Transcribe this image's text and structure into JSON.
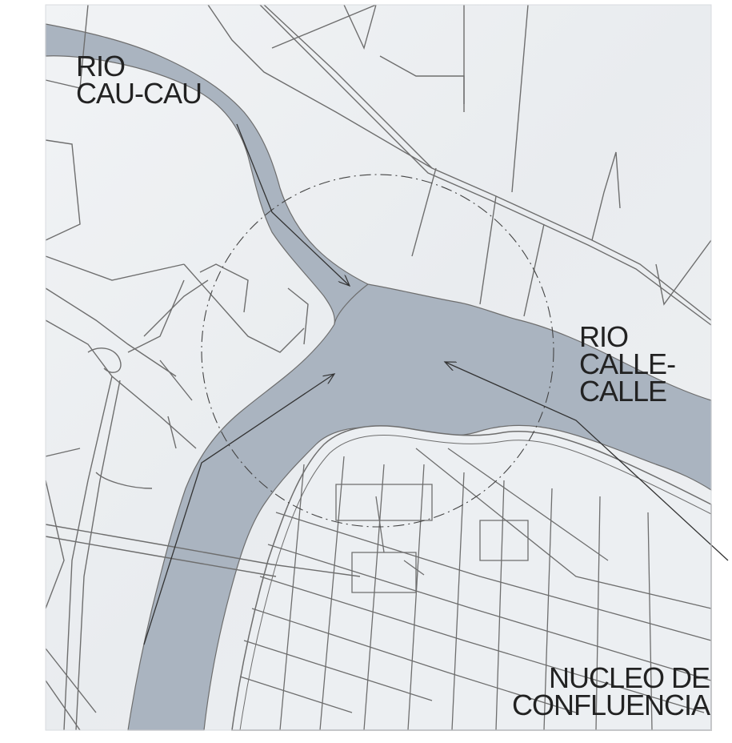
{
  "map": {
    "labels": {
      "rio_cau_cau": [
        "RIO",
        "CAU-CAU"
      ],
      "rio_calle_calle": [
        "RIO",
        "CALLE-",
        "CALLE"
      ],
      "nucleo_confluencia": [
        "NUCLEO DE",
        "CONFLUENCIA"
      ]
    },
    "colors": {
      "paper": "#eceff2",
      "water": "#aab4c0",
      "roads": "#6e6e6e",
      "text": "#222222",
      "annotation_lines": "#333333"
    }
  }
}
